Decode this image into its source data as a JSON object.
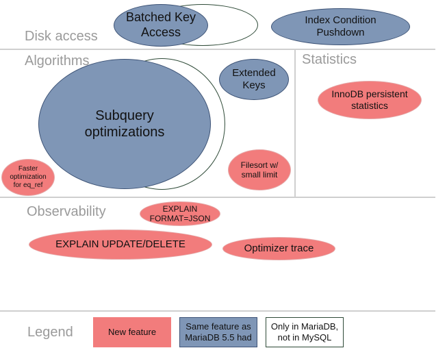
{
  "sections": {
    "disk_access": "Disk access",
    "algorithms": "Algorithms",
    "statistics": "Statistics",
    "observability": "Observability",
    "legend": "Legend"
  },
  "features": {
    "batched_key_access": "Batched Key Access",
    "index_condition_pushdown": "Index Condition Pushdown",
    "extended_keys": "Extended Keys",
    "subquery_optimizations": "Subquery optimizations",
    "filesort_small_limit": "Filesort w/ small limit",
    "faster_eq_ref": "Faster optimization for eq_ref",
    "innodb_persistent_statistics": "InnoDB persistent statistics",
    "explain_format_json": "EXPLAIN FORMAT=JSON",
    "explain_update_delete": "EXPLAIN UPDATE/DELETE",
    "optimizer_trace": "Optimizer trace"
  },
  "legend": {
    "new_feature": "New feature",
    "same_feature": "Same feature as MariaDB 5.5 had",
    "only_mariadb": "Only in MariaDB, not in MySQL"
  },
  "colors": {
    "new_feature": "#f27c7c",
    "same_feature": "#7f96b6",
    "only_mariadb_outline": "#2e4a37",
    "divider": "#cfcfcf",
    "section_text": "#9a9a9a"
  }
}
